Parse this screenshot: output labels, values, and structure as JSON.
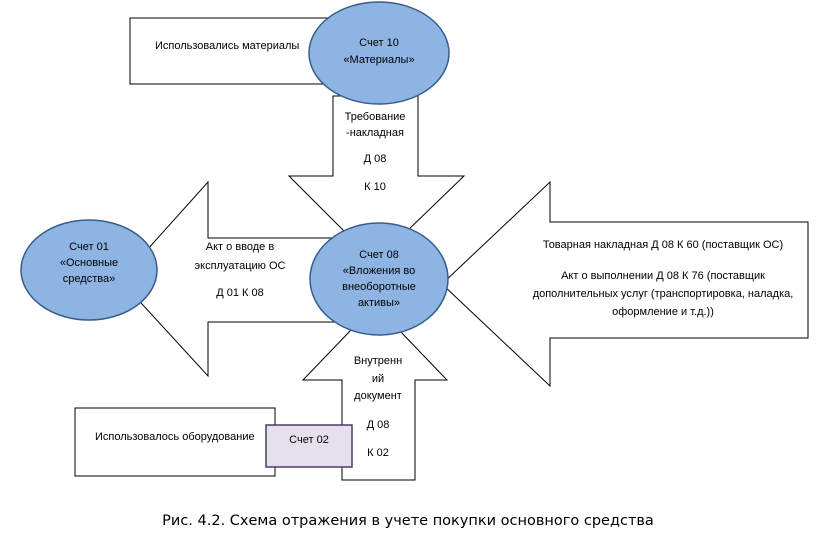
{
  "boxes": {
    "materials_used": "Использовались материалы",
    "equipment_used": "Использовалось оборудование",
    "account02": "Счет 02"
  },
  "ellipses": {
    "account10": {
      "line1": "Счет 10",
      "line2": "«Материалы»"
    },
    "account01": {
      "line1": "Счет 01",
      "line2": "«Основные",
      "line3": "средства»"
    },
    "account08": {
      "line1": "Счет 08",
      "line2": "«Вложения во",
      "line3": "внеоборотные",
      "line4": "активы»"
    }
  },
  "arrows": {
    "top": {
      "doc1": "Требование",
      "doc2": "-накладная",
      "debit": "Д 08",
      "credit": "К 10"
    },
    "left": {
      "doc1": "Акт о вводе в",
      "doc2": "эксплуатацию ОС",
      "entry": "Д 01 К 08"
    },
    "right": {
      "line1": "Товарная накладная Д 08 К 60 (поставщик ОС)",
      "line2": "Акт о выполнении Д 08 К 76 (поставщик",
      "line3": "дополнительных услуг (транспортировка, наладка,",
      "line4": "оформление и т.д.))"
    },
    "bottom": {
      "doc1": "Внутренн",
      "doc2": "ий",
      "doc3": "документ",
      "debit": "Д 08",
      "credit": "К 02"
    }
  },
  "caption": "Рис. 4.2. Схема отражения в учете покупки основного средства",
  "colors": {
    "ellipse_fill": "#8EB4E3",
    "ellipse_stroke": "#385D8A",
    "box_stroke": "#000000",
    "account02_fill": "#E6E0EC",
    "account02_stroke": "#4A3C6B"
  }
}
